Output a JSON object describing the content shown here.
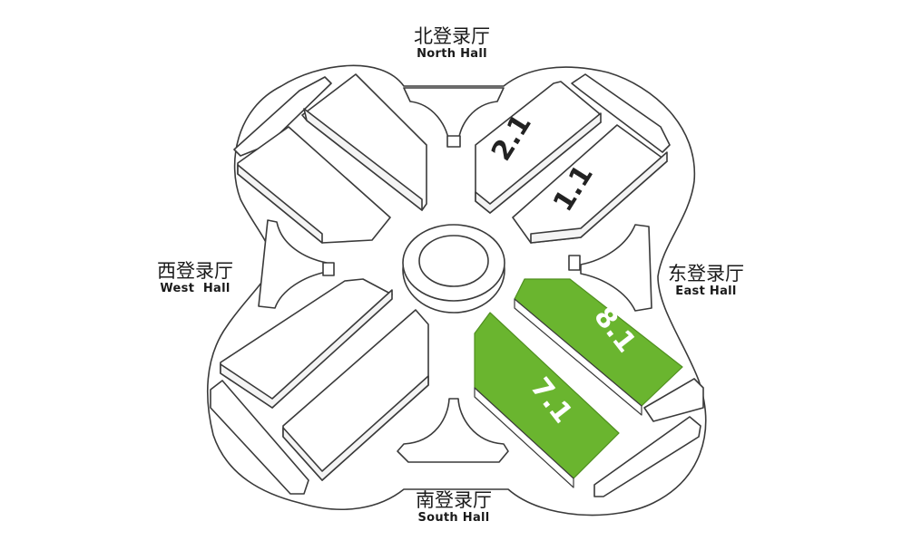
{
  "entrances": {
    "north": {
      "cn": "北登录厅",
      "en": "North Hall"
    },
    "west": {
      "cn": "西登录厅",
      "en": "West  Hall"
    },
    "east": {
      "cn": "东登录厅",
      "en": "East Hall"
    },
    "south": {
      "cn": "南登录厅",
      "en": "South Hall"
    }
  },
  "halls": {
    "h21": {
      "label": "2.1",
      "highlighted": false
    },
    "h11": {
      "label": "1.1",
      "highlighted": false
    },
    "h81": {
      "label": "8.1",
      "highlighted": true
    },
    "h71": {
      "label": "7.1",
      "highlighted": true
    }
  },
  "colors": {
    "outline": "#3a3a3a",
    "highlight": "#6ab52f",
    "highlight_text": "#ffffff",
    "label_text": "#222222",
    "fill": "#ffffff"
  }
}
